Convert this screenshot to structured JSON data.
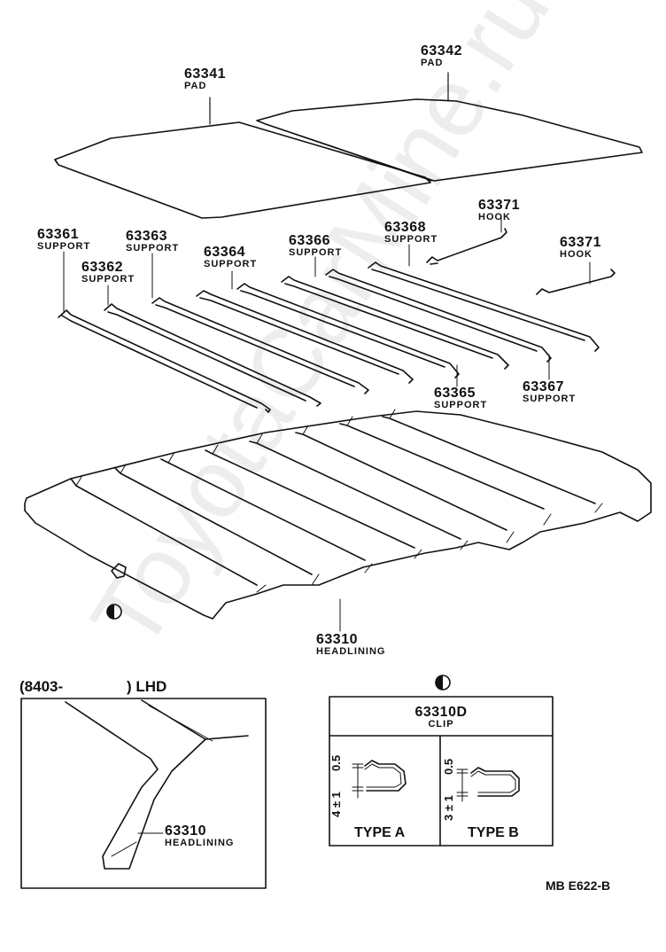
{
  "parts": {
    "pad_left": {
      "number": "63341",
      "name": "PAD"
    },
    "pad_right": {
      "number": "63342",
      "name": "PAD"
    },
    "support_1": {
      "number": "63361",
      "name": "SUPPORT"
    },
    "support_2": {
      "number": "63362",
      "name": "SUPPORT"
    },
    "support_3": {
      "number": "63363",
      "name": "SUPPORT"
    },
    "support_4": {
      "number": "63364",
      "name": "SUPPORT"
    },
    "support_5": {
      "number": "63365",
      "name": "SUPPORT"
    },
    "support_6": {
      "number": "63366",
      "name": "SUPPORT"
    },
    "support_7": {
      "number": "63367",
      "name": "SUPPORT"
    },
    "support_8": {
      "number": "63368",
      "name": "SUPPORT"
    },
    "hook_1": {
      "number": "63371",
      "name": "HOOK"
    },
    "hook_2": {
      "number": "63371",
      "name": "HOOK"
    },
    "headlining": {
      "number": "63310",
      "name": "HEADLINING"
    }
  },
  "inset": {
    "date_range": "(8403-",
    "side": ") LHD",
    "part": {
      "number": "63310",
      "name": "HEADLINING"
    }
  },
  "clip_box": {
    "number": "63310D",
    "name": "CLIP",
    "type_a": "TYPE A",
    "type_b": "TYPE B",
    "dim_a_top": "0.5",
    "dim_a_bottom": "4 ± 1",
    "dim_b_top": "0.5",
    "dim_b_bottom": "3 ± 1"
  },
  "diagram_code": "MB E622-B",
  "watermark": "ToyotaCarMine.ru"
}
